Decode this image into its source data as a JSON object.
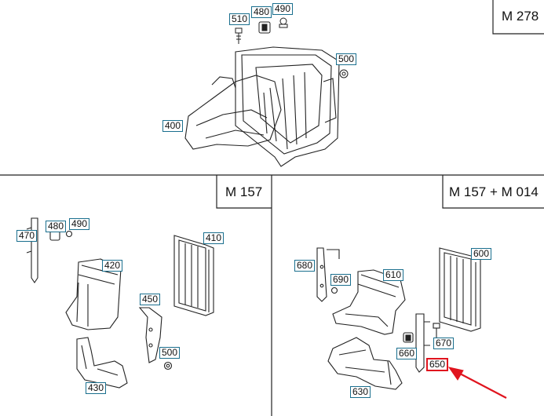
{
  "panels": [
    {
      "id": "top",
      "model": "M 278"
    },
    {
      "id": "left",
      "model": "M 157"
    },
    {
      "id": "right",
      "model": "M 157 + M 014"
    }
  ],
  "callouts": {
    "p510": "510",
    "p480a": "480",
    "p490a": "490",
    "p500a": "500",
    "p400": "400",
    "p470": "470",
    "p480b": "480",
    "p490b": "490",
    "p420": "420",
    "p410": "410",
    "p450": "450",
    "p500b": "500",
    "p430": "430",
    "p680": "680",
    "p690": "690",
    "p610": "610",
    "p600": "600",
    "p670": "670",
    "p660": "660",
    "p650": "650",
    "p630": "630"
  },
  "highlight": {
    "part": "650",
    "color": "#e0141e"
  }
}
